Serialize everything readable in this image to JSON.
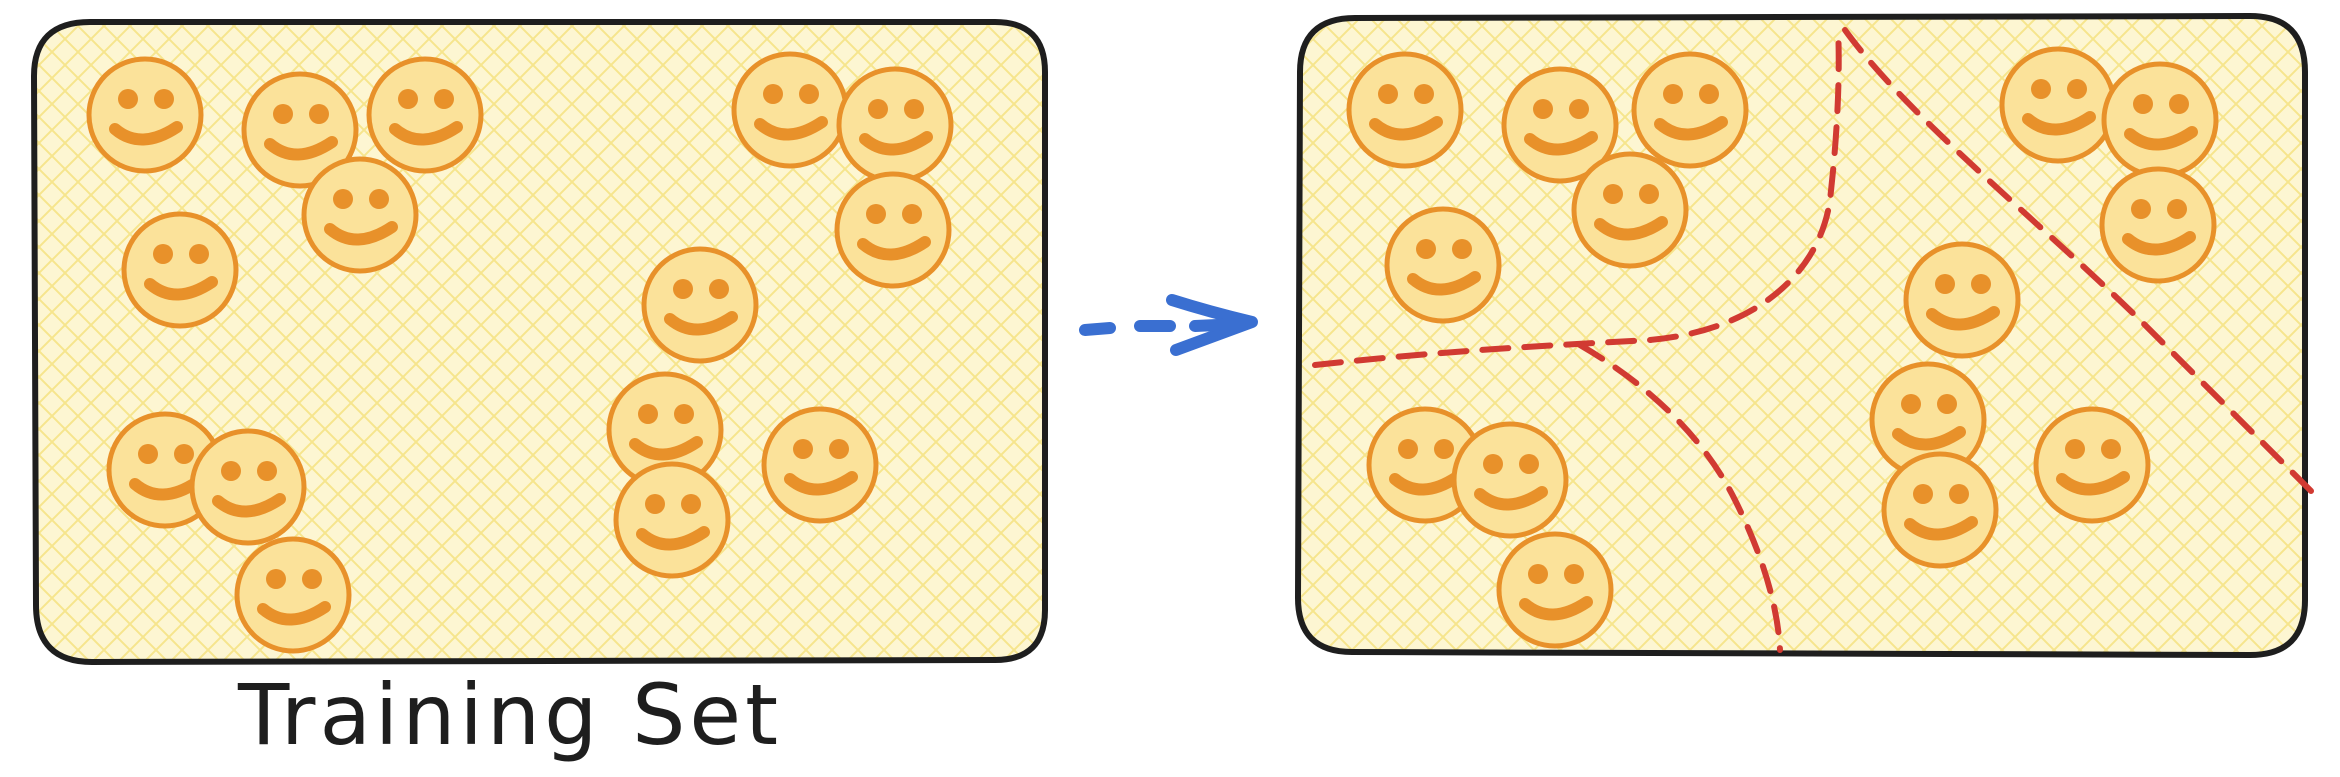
{
  "caption": "Training Set",
  "colors": {
    "outline": "#1e1e1e",
    "panel_fill": "#fdf6d2",
    "hatch": "#f6e58d",
    "face_fill": "#fbe29a",
    "face_ink": "#e8912a",
    "arrow": "#3a6fd1",
    "partition": "#d13a32"
  },
  "icons": {
    "face": "smiley-face-icon",
    "arrow": "dashed-arrow-icon"
  },
  "panels": {
    "left_count": 15,
    "right_count": 15,
    "partition_regions": 4
  }
}
